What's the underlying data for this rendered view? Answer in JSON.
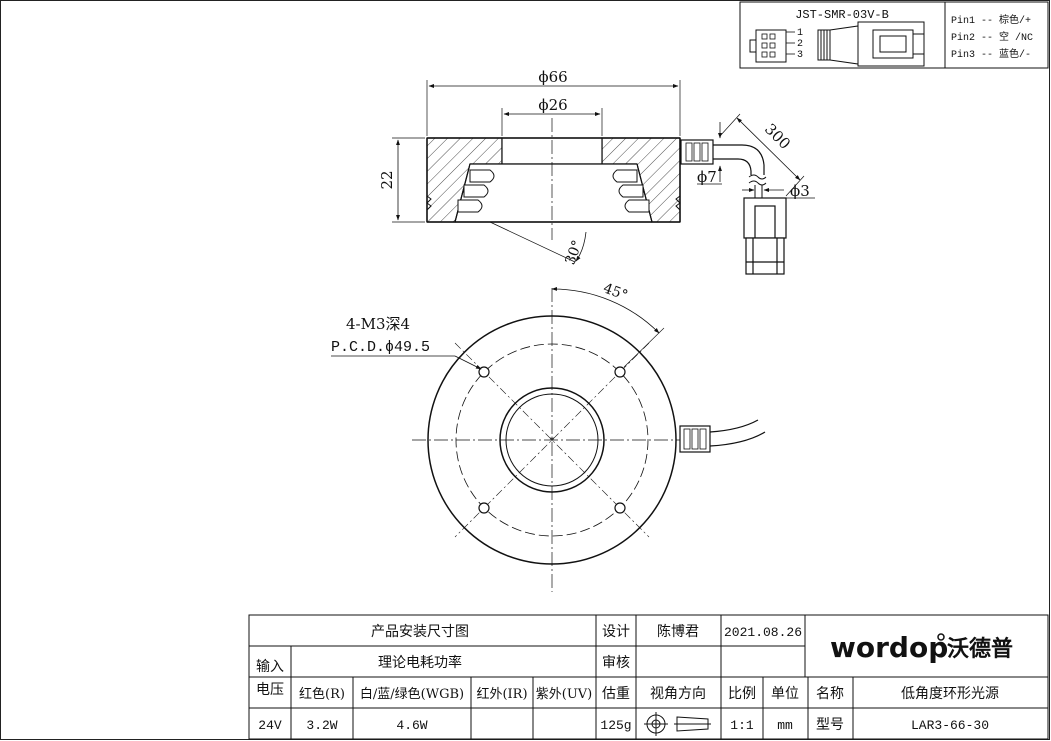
{
  "connector": {
    "model": "JST-SMR-03V-B",
    "pin_numbers": [
      "1",
      "2",
      "3"
    ],
    "pins": [
      "Pin1 -- 棕色/+",
      "Pin2 -- 空 /NC",
      "Pin3 -- 蓝色/-"
    ]
  },
  "dimensions": {
    "outer_diameter": "ϕ66",
    "inner_diameter": "ϕ26",
    "height": "22",
    "angle_30": "30°",
    "cable_length": "300",
    "cable_diameter": "ϕ7",
    "wire_diameter": "ϕ3",
    "angle_45": "45°",
    "thread_spec": "4-M3深4",
    "pcd": "P.C.D.ϕ49.5"
  },
  "title_block": {
    "drawing_title": "产品安装尺寸图",
    "design_label": "设计",
    "designer": "陈博君",
    "date": "2021.08.26",
    "review_label": "审核",
    "input_label_1": "输入",
    "input_label_2": "电压",
    "power_label": "理论电耗功率",
    "weight_label": "估重",
    "view_label": "视角方向",
    "scale_label": "比例",
    "unit_label": "单位",
    "name_label": "名称",
    "product_name": "低角度环形光源",
    "model_label": "型号",
    "model": "LAR3-66-30",
    "col_red": "红色(R)",
    "col_wbg": "白/蓝/绿色(WGB)",
    "col_ir": "红外(IR)",
    "col_uv": "紫外(UV)",
    "voltage": "24V",
    "red_power": "3.2W",
    "wbg_power": "4.6W",
    "weight": "125g",
    "scale": "1:1",
    "unit": "mm"
  },
  "brand": {
    "latin": "wordop",
    "chinese": "沃德普"
  }
}
